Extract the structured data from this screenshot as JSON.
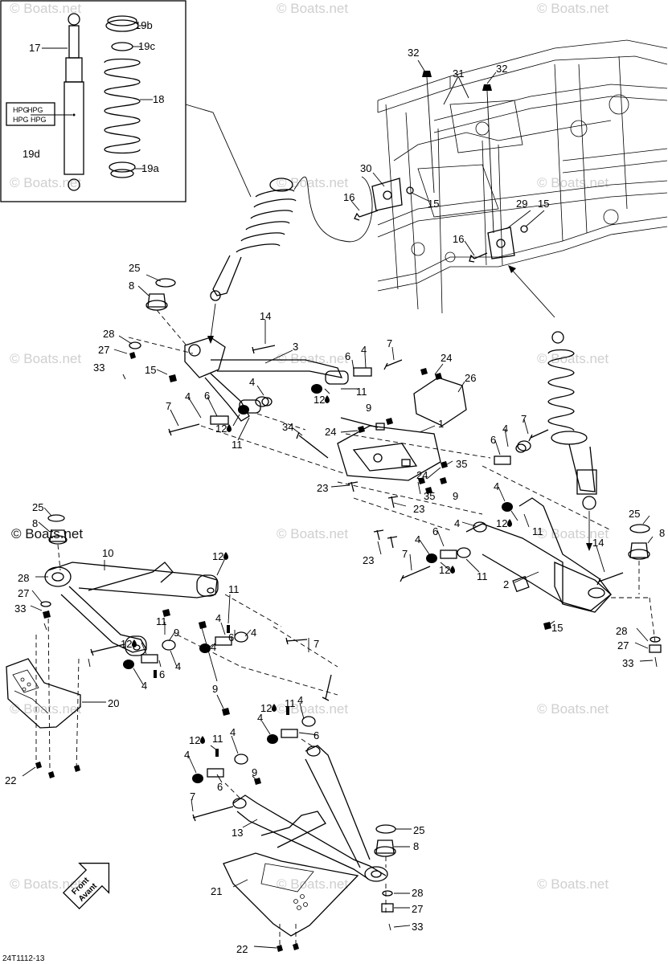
{
  "watermark": "© Boats.net",
  "diagram_code": "24T1112-13",
  "front_arrow": {
    "line1": "Front",
    "line2": "Avant"
  },
  "inset_logo_text": "HPG",
  "callouts": [
    {
      "id": "c1",
      "text": "17"
    },
    {
      "id": "c2",
      "text": "19b"
    },
    {
      "id": "c3",
      "text": "19c"
    },
    {
      "id": "c4",
      "text": "18"
    },
    {
      "id": "c5",
      "text": "19d"
    },
    {
      "id": "c6",
      "text": "19a"
    },
    {
      "id": "c7",
      "text": "32"
    },
    {
      "id": "c8",
      "text": "31"
    },
    {
      "id": "c9",
      "text": "32"
    },
    {
      "id": "c10",
      "text": "30"
    },
    {
      "id": "c11",
      "text": "16"
    },
    {
      "id": "c12",
      "text": "15"
    },
    {
      "id": "c13",
      "text": "29"
    },
    {
      "id": "c14",
      "text": "15"
    },
    {
      "id": "c15",
      "text": "16"
    },
    {
      "id": "c16",
      "text": "25"
    },
    {
      "id": "c17",
      "text": "8"
    },
    {
      "id": "c18",
      "text": "14"
    },
    {
      "id": "c19",
      "text": "28"
    },
    {
      "id": "c20",
      "text": "3"
    },
    {
      "id": "c21",
      "text": "27"
    },
    {
      "id": "c22",
      "text": "6"
    },
    {
      "id": "c23",
      "text": "4"
    },
    {
      "id": "c24",
      "text": "7"
    },
    {
      "id": "c25",
      "text": "33"
    },
    {
      "id": "c26",
      "text": "15"
    },
    {
      "id": "c27",
      "text": "24"
    },
    {
      "id": "c28",
      "text": "4"
    },
    {
      "id": "c29",
      "text": "26"
    },
    {
      "id": "c30",
      "text": "12"
    },
    {
      "id": "c31",
      "text": "11"
    },
    {
      "id": "c32",
      "text": "7"
    },
    {
      "id": "c33",
      "text": "4"
    },
    {
      "id": "c34",
      "text": "6"
    },
    {
      "id": "c35",
      "text": "9"
    },
    {
      "id": "c36",
      "text": "12"
    },
    {
      "id": "c37",
      "text": "1"
    },
    {
      "id": "c38",
      "text": "34"
    },
    {
      "id": "c39",
      "text": "24"
    },
    {
      "id": "c40",
      "text": "11"
    },
    {
      "id": "c41",
      "text": "4"
    },
    {
      "id": "c42",
      "text": "7"
    },
    {
      "id": "c43",
      "text": "6"
    },
    {
      "id": "c44",
      "text": "35"
    },
    {
      "id": "c45",
      "text": "24"
    },
    {
      "id": "c46",
      "text": "23"
    },
    {
      "id": "c47",
      "text": "35"
    },
    {
      "id": "c48",
      "text": "9"
    },
    {
      "id": "c49",
      "text": "23"
    },
    {
      "id": "c50",
      "text": "4"
    },
    {
      "id": "c51",
      "text": "12"
    },
    {
      "id": "c52",
      "text": "11"
    },
    {
      "id": "c53",
      "text": "25"
    },
    {
      "id": "c54",
      "text": "8"
    },
    {
      "id": "c55",
      "text": "4"
    },
    {
      "id": "c56",
      "text": "6"
    },
    {
      "id": "c57",
      "text": "23"
    },
    {
      "id": "c58",
      "text": "4"
    },
    {
      "id": "c59",
      "text": "14"
    },
    {
      "id": "c60",
      "text": "7"
    },
    {
      "id": "c61",
      "text": "12"
    },
    {
      "id": "c62",
      "text": "11"
    },
    {
      "id": "c63",
      "text": "2"
    },
    {
      "id": "c64",
      "text": "15"
    },
    {
      "id": "c65",
      "text": "28"
    },
    {
      "id": "c66",
      "text": "27"
    },
    {
      "id": "c67",
      "text": "33"
    },
    {
      "id": "c68",
      "text": "25"
    },
    {
      "id": "c69",
      "text": "8"
    },
    {
      "id": "c70",
      "text": "10"
    },
    {
      "id": "c71",
      "text": "12"
    },
    {
      "id": "c72",
      "text": "28"
    },
    {
      "id": "c73",
      "text": "27"
    },
    {
      "id": "c74",
      "text": "11"
    },
    {
      "id": "c75",
      "text": "33"
    },
    {
      "id": "c76",
      "text": "4"
    },
    {
      "id": "c77",
      "text": "6"
    },
    {
      "id": "c78",
      "text": "4"
    },
    {
      "id": "c79",
      "text": "11"
    },
    {
      "id": "c80",
      "text": "9"
    },
    {
      "id": "c81",
      "text": "12"
    },
    {
      "id": "c82",
      "text": "7"
    },
    {
      "id": "c83",
      "text": "4"
    },
    {
      "id": "c84",
      "text": "4"
    },
    {
      "id": "c85",
      "text": "6"
    },
    {
      "id": "c86",
      "text": "4"
    },
    {
      "id": "c87",
      "text": "9"
    },
    {
      "id": "c88",
      "text": "20"
    },
    {
      "id": "c89",
      "text": "12"
    },
    {
      "id": "c90",
      "text": "11"
    },
    {
      "id": "c91",
      "text": "4"
    },
    {
      "id": "c92",
      "text": "4"
    },
    {
      "id": "c93",
      "text": "6"
    },
    {
      "id": "c94",
      "text": "12"
    },
    {
      "id": "c95",
      "text": "11"
    },
    {
      "id": "c96",
      "text": "4"
    },
    {
      "id": "c97",
      "text": "4"
    },
    {
      "id": "c98",
      "text": "6"
    },
    {
      "id": "c99",
      "text": "9"
    },
    {
      "id": "c100",
      "text": "22"
    },
    {
      "id": "c101",
      "text": "7"
    },
    {
      "id": "c102",
      "text": "13"
    },
    {
      "id": "c103",
      "text": "25"
    },
    {
      "id": "c104",
      "text": "8"
    },
    {
      "id": "c105",
      "text": "21"
    },
    {
      "id": "c106",
      "text": "28"
    },
    {
      "id": "c107",
      "text": "27"
    },
    {
      "id": "c108",
      "text": "22"
    },
    {
      "id": "c109",
      "text": "33"
    }
  ]
}
